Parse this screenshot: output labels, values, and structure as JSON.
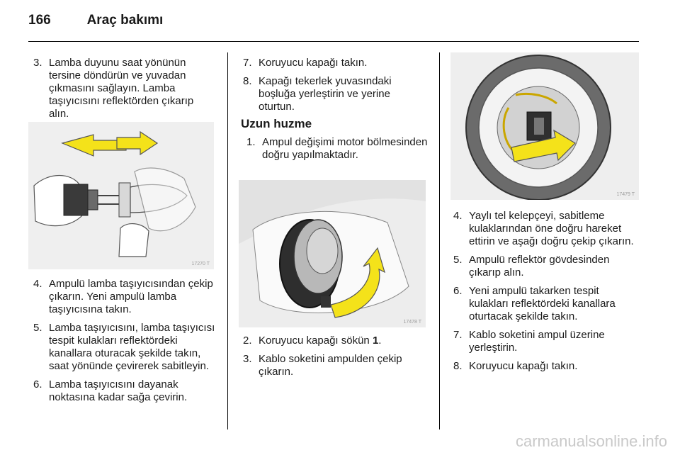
{
  "header": {
    "page_number": "166",
    "title": "Araç bakımı"
  },
  "column1": {
    "top_items": [
      {
        "n": "3.",
        "text": "Lamba duyunu saat yönünün tersine döndürün ve yuvadan çıkmasını sağlayın. Lamba taşıyıcısını reflektörden çıkarıp alın."
      }
    ],
    "figure": {
      "code": "17270 T"
    },
    "bottom_items": [
      {
        "n": "4.",
        "text": "Ampulü lamba taşıyıcısından çekip çıkarın. Yeni ampulü lamba taşıyıcısına takın."
      },
      {
        "n": "5.",
        "text": "Lamba taşıyıcısını, lamba taşıyıcısı tespit kulakları reflektördeki kanallara oturacak şekilde takın, saat yönünde çevirerek sabitleyin."
      },
      {
        "n": "6.",
        "text": "Lamba taşıyıcısını dayanak noktasına kadar sağa çevirin."
      }
    ]
  },
  "column2": {
    "top_items": [
      {
        "n": "7.",
        "text": "Koruyucu kapağı takın."
      },
      {
        "n": "8.",
        "text": "Kapağı tekerlek yuvasındaki boşluğa yerleştirin ve yerine oturtun."
      }
    ],
    "heading": "Uzun huzme",
    "heading_items": [
      {
        "n": "1.",
        "text": "Ampul değişimi motor bölmesinden doğru yapılmaktadır."
      }
    ],
    "figure": {
      "code": "17478 T"
    },
    "item2": {
      "n": "2.",
      "text": "Koruyucu kapağı sökün ",
      "bold": "1",
      "tail": "."
    },
    "item3": {
      "n": "3.",
      "text": "Kablo soketini ampulden çekip çıkarın."
    }
  },
  "column3": {
    "figure": {
      "code": "17479 T"
    },
    "items": [
      {
        "n": "4.",
        "text": "Yaylı tel kelepçeyi, sabitleme kulaklarından öne doğru hareket ettirin ve aşağı doğru çekip çıkarın."
      },
      {
        "n": "5.",
        "text": "Ampulü reflektör gövdesinden çıkarıp alın."
      },
      {
        "n": "6.",
        "text": "Yeni ampulü takarken tespit kulakları reflektördeki kanallara oturtacak şekilde takın."
      },
      {
        "n": "7.",
        "text": "Kablo soketini ampul üzerine yerleştirin."
      },
      {
        "n": "8.",
        "text": "Koruyucu kapağı takın."
      }
    ]
  },
  "watermark": "carmanualsonline.info"
}
